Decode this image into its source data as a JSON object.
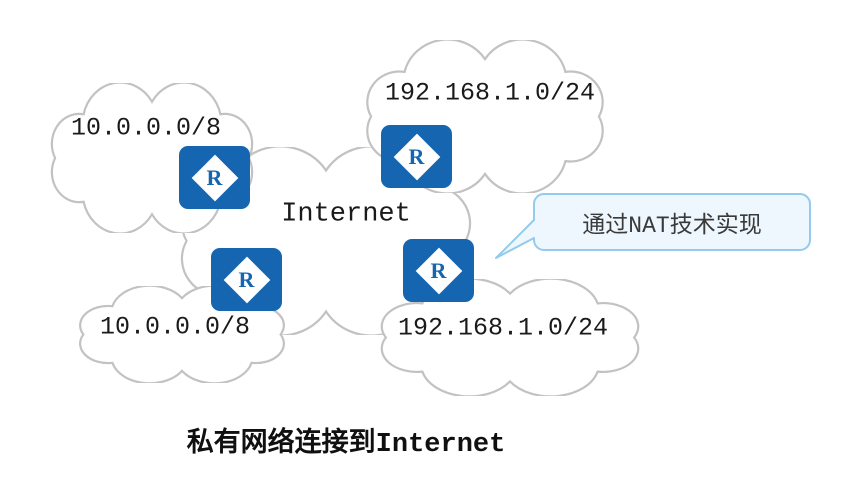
{
  "diagram": {
    "caption": "私有网络连接到Internet",
    "internet_cloud": {
      "label": "Internet"
    },
    "private_networks": [
      {
        "id": "top-left",
        "label": "10.0.0.0/8"
      },
      {
        "id": "top-right",
        "label": "192.168.1.0/24"
      },
      {
        "id": "bottom-left",
        "label": "10.0.0.0/8"
      },
      {
        "id": "bottom-right",
        "label": "192.168.1.0/24"
      }
    ],
    "routers": [
      {
        "label": "R"
      },
      {
        "label": "R"
      },
      {
        "label": "R"
      },
      {
        "label": "R"
      }
    ],
    "callout": {
      "text": "通过NAT技术实现"
    },
    "colors": {
      "router_fill": "#1565b0",
      "cloud_stroke": "#c2c2c2",
      "callout_border": "#94cbec",
      "callout_fill": "#edf7fd",
      "text": "#1a1a1a"
    }
  }
}
